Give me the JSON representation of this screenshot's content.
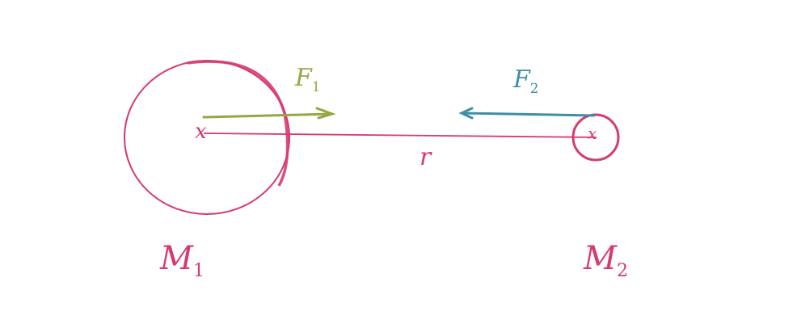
{
  "colors": {
    "mass": "#d63a6e",
    "force1": "#93a845",
    "force2": "#3f8ea6",
    "background": "#ffffff"
  },
  "labels": {
    "force1": {
      "symbol": "F",
      "subscript": "1"
    },
    "force2": {
      "symbol": "F",
      "subscript": "2"
    },
    "distance": "r",
    "mass1": {
      "symbol": "M",
      "subscript": "1"
    },
    "mass2": {
      "symbol": "M",
      "subscript": "2"
    },
    "center_mark": "x"
  }
}
